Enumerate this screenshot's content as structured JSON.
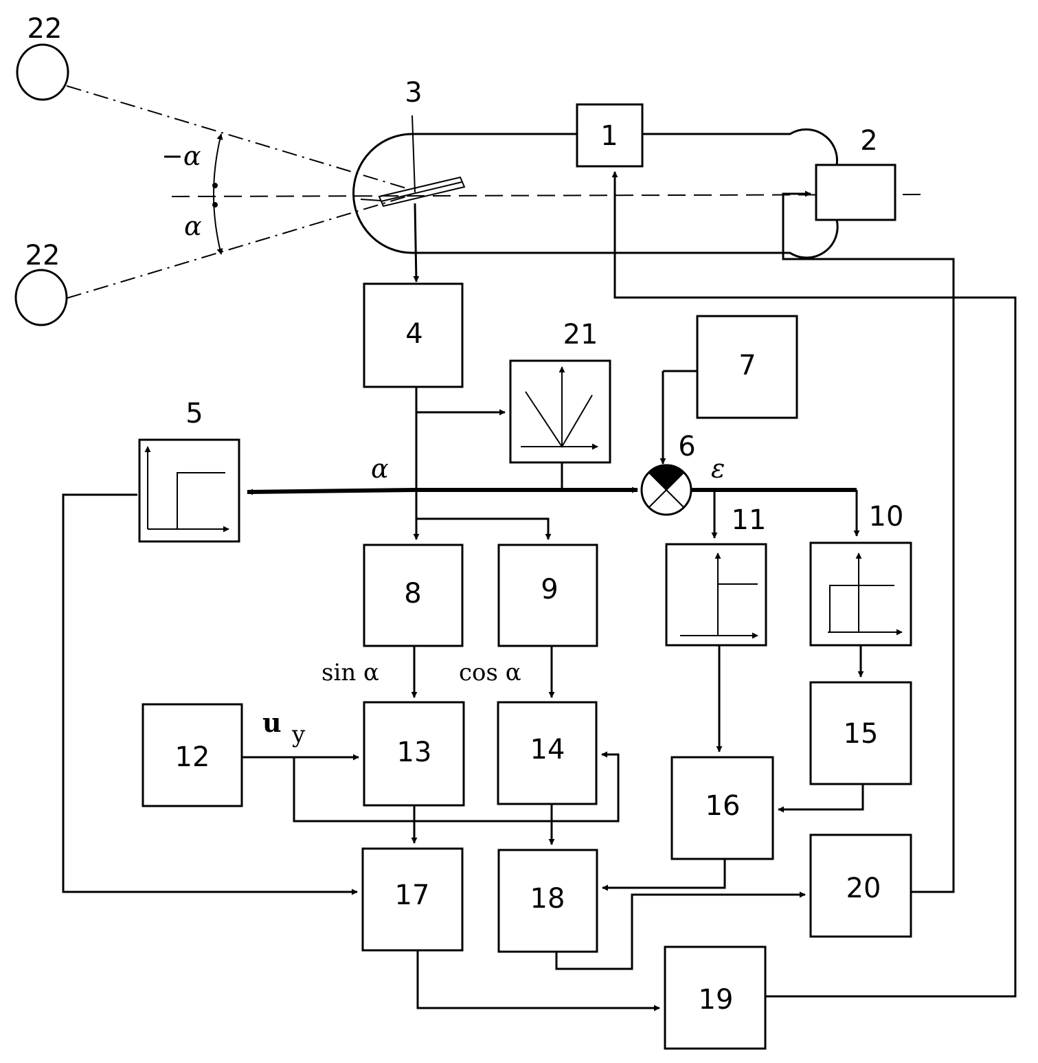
{
  "blocks": {
    "b1": "1",
    "b2": "2",
    "b4": "4",
    "b7": "7",
    "b8": "8",
    "b9": "9",
    "b12": "12",
    "b13": "13",
    "b14": "14",
    "b15": "15",
    "b16": "16",
    "b17": "17",
    "b18": "18",
    "b19": "19",
    "b20": "20"
  },
  "callouts": {
    "n3": "3",
    "n5": "5",
    "n6": "6",
    "n10": "10",
    "n11": "11",
    "n21": "21",
    "n22_top": "22",
    "n22_bottom": "22"
  },
  "signals": {
    "alpha_bus": "α",
    "epsilon": "ε",
    "sin_alpha": "sin α",
    "cos_alpha": "cos α",
    "u": "u",
    "u_sub": "y",
    "minus_alpha": "−α",
    "alpha_angle": "α"
  }
}
